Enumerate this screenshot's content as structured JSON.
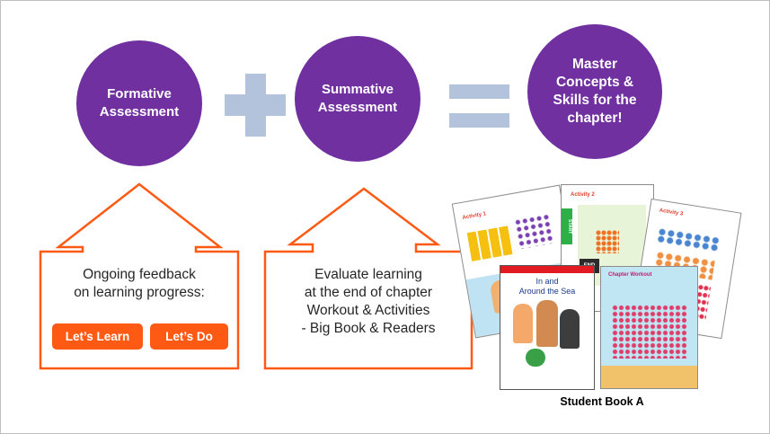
{
  "diagram": {
    "circles": [
      {
        "label": "Formative\nAssessment"
      },
      {
        "label": "Summative\nAssessment"
      },
      {
        "label": "Master\nConcepts &\nSkills for the\nchapter!"
      }
    ],
    "formative_box": {
      "lines": [
        "Ongoing feedback",
        "on learning progress:"
      ],
      "buttons": [
        "Let’s Learn",
        "Let’s Do"
      ]
    },
    "summative_box": {
      "lines": [
        "Evaluate learning",
        "at the end of chapter",
        "Workout & Activities",
        "- Big Book & Readers"
      ]
    },
    "books": {
      "caption": "Student Book A",
      "cover_title": "In and\nAround the Sea",
      "activity_labels": [
        "Activity 1",
        "Activity 2",
        "Activity 3"
      ],
      "workout_label": "Chapter Workout",
      "start_label": "START",
      "end_label": "END"
    },
    "colors": {
      "circle": "#7030a0",
      "arrow_outline": "#ff5a14",
      "button": "#ff5a14",
      "operator": "#b4c3dc"
    }
  }
}
